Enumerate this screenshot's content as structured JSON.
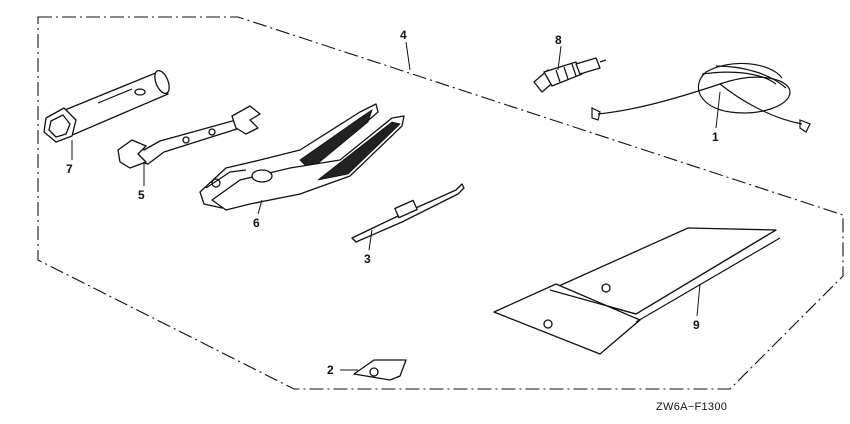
{
  "diagram": {
    "drawing_code": "ZW6A−F1300",
    "callouts": {
      "p1": "1",
      "p2": "2",
      "p3": "3",
      "p4": "4",
      "p5": "5",
      "p6": "6",
      "p7": "7",
      "p8": "8",
      "p9": "9"
    }
  }
}
